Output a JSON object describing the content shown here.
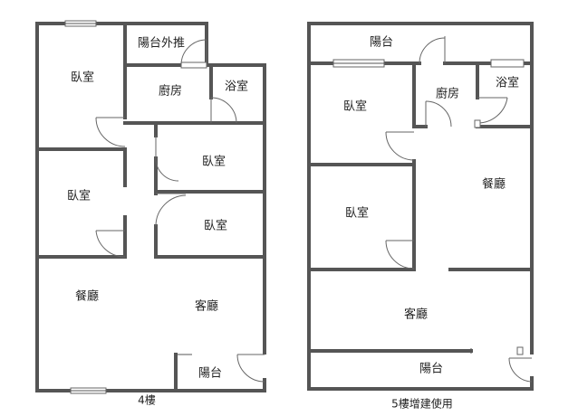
{
  "floor4": {
    "caption": "4樓",
    "rooms": {
      "bedroom_top_left": "臥室",
      "balcony_push_out": "陽台外推",
      "kitchen": "廚房",
      "bathroom": "浴室",
      "bedroom_mid_right": "臥室",
      "bedroom_mid_left": "臥室",
      "bedroom_lower_right": "臥室",
      "dining": "餐廳",
      "living": "客廳",
      "balcony": "陽台"
    }
  },
  "floor5": {
    "caption": "5樓增建使用",
    "rooms": {
      "balcony_top": "陽台",
      "bedroom_top": "臥室",
      "kitchen": "廚房",
      "bathroom": "浴室",
      "dining": "餐廳",
      "bedroom_lower": "臥室",
      "living": "客廳",
      "balcony_bottom": "陽台"
    }
  }
}
